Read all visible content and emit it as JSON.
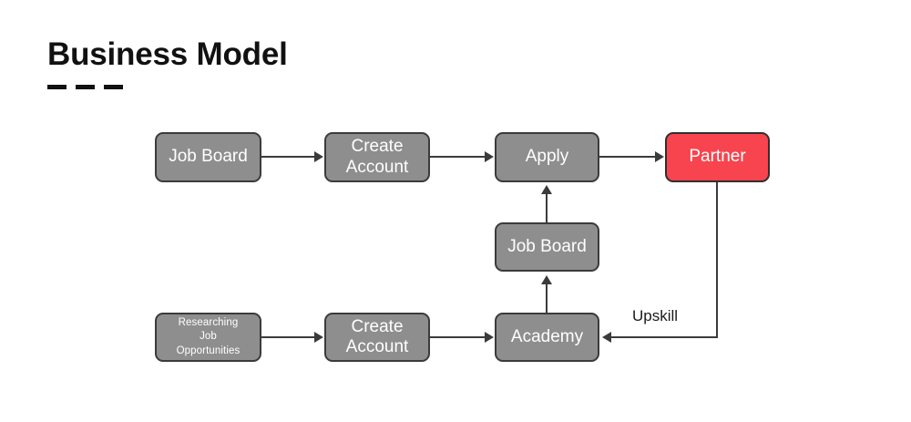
{
  "header": {
    "title": "Business Model",
    "divider_dashes": 3
  },
  "colors": {
    "node_fill": "#8e8e8e",
    "node_border": "#3b3b3b",
    "accent_fill": "#f7444e",
    "node_text": "#ffffff",
    "connector": "#3b3b3b",
    "background": "#ffffff",
    "title_text": "#111111"
  },
  "diagram": {
    "nodes": [
      {
        "id": "job-board-top",
        "label": "Job Board",
        "style": "default"
      },
      {
        "id": "create-account-top",
        "label": "Create\nAccount",
        "style": "default"
      },
      {
        "id": "apply",
        "label": "Apply",
        "style": "default"
      },
      {
        "id": "partner",
        "label": "Partner",
        "style": "accent"
      },
      {
        "id": "job-board-middle",
        "label": "Job Board",
        "style": "default"
      },
      {
        "id": "researching",
        "label": "Researching\nJob\nOpportunities",
        "style": "small"
      },
      {
        "id": "create-account-bottom",
        "label": "Create\nAccount",
        "style": "default"
      },
      {
        "id": "academy",
        "label": "Academy",
        "style": "default"
      }
    ],
    "edges": [
      {
        "from": "job-board-top",
        "to": "create-account-top",
        "label": ""
      },
      {
        "from": "create-account-top",
        "to": "apply",
        "label": ""
      },
      {
        "from": "apply",
        "to": "partner",
        "label": ""
      },
      {
        "from": "job-board-middle",
        "to": "apply",
        "label": ""
      },
      {
        "from": "academy",
        "to": "job-board-middle",
        "label": ""
      },
      {
        "from": "researching",
        "to": "create-account-bottom",
        "label": ""
      },
      {
        "from": "create-account-bottom",
        "to": "academy",
        "label": ""
      },
      {
        "from": "partner",
        "to": "academy",
        "label": "Upskill"
      }
    ],
    "edge_labels": {
      "upskill": "Upskill"
    }
  }
}
